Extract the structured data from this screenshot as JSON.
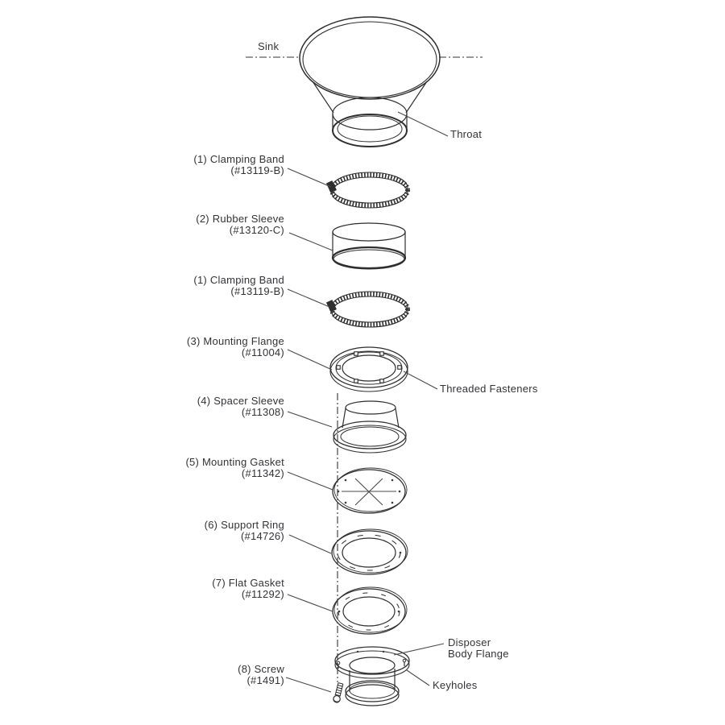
{
  "colors": {
    "background": "#ffffff",
    "line": "#2e2e2e",
    "leader": "#4a4a4a",
    "text": "#333336"
  },
  "annotations": {
    "sink": "Sink",
    "throat": "Throat",
    "threaded_fasteners": "Threaded Fasteners",
    "disposer_body_flange": [
      "Disposer",
      "Body Flange"
    ],
    "keyholes": "Keyholes"
  },
  "parts": [
    {
      "name": "(1) Clamping Band",
      "number": "(#13119-B)"
    },
    {
      "name": "(2) Rubber Sleeve",
      "number": "(#13120-C)"
    },
    {
      "name": "(1) Clamping Band",
      "number": "(#13119-B)"
    },
    {
      "name": "(3) Mounting Flange",
      "number": "(#11004)"
    },
    {
      "name": "(4) Spacer Sleeve",
      "number": "(#11308)"
    },
    {
      "name": "(5) Mounting Gasket",
      "number": "(#11342)"
    },
    {
      "name": "(6) Support Ring",
      "number": "(#14726)"
    },
    {
      "name": "(7) Flat Gasket",
      "number": "(#11292)"
    },
    {
      "name": "(8) Screw",
      "number": "(#1491)"
    }
  ]
}
